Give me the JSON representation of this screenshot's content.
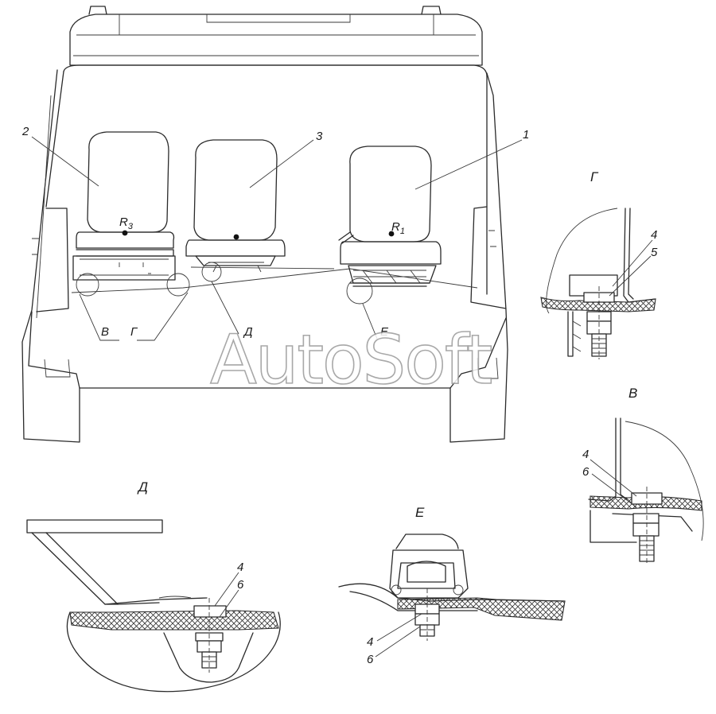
{
  "watermark": "AutoSoft",
  "callouts": {
    "seat_driver": "1",
    "seat_left": "2",
    "seat_middle": "3",
    "r1": "R",
    "r1_sub": "1",
    "r3": "R",
    "r3_sub": "3"
  },
  "view_marks": {
    "v": "В",
    "g": "Г",
    "d": "Д",
    "e": "Е"
  },
  "detail_titles": {
    "g": "Г",
    "v": "В",
    "d": "Д",
    "e": "Е"
  },
  "detail_parts": {
    "g_top": "4",
    "g_bottom": "5",
    "v_top": "4",
    "v_bottom": "6",
    "d_top": "4",
    "d_bottom": "6",
    "e_top": "4",
    "e_bottom": "6"
  }
}
